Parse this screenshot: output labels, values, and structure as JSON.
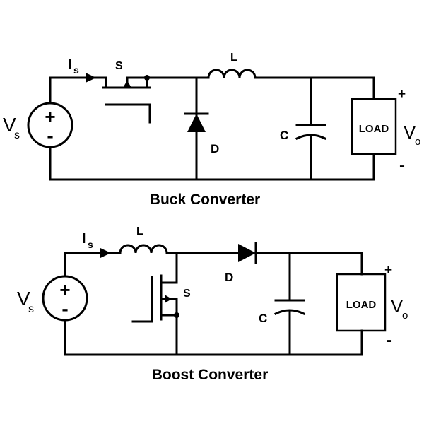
{
  "buck": {
    "title": "Buck Converter",
    "source_main": "V",
    "source_sub": "s",
    "source_plus": "+",
    "source_minus": "-",
    "current_main": "I",
    "current_sub": "s",
    "switch_label": "S",
    "inductor_label": "L",
    "diode_label": "D",
    "capacitor_label": "C",
    "load_label": "LOAD",
    "out_main": "V",
    "out_sub": "o",
    "out_plus": "+",
    "out_minus": "-"
  },
  "boost": {
    "title": "Boost Converter",
    "source_main": "V",
    "source_sub": "s",
    "source_plus": "+",
    "source_minus": "-",
    "current_main": "I",
    "current_sub": "s",
    "inductor_label": "L",
    "switch_label": "S",
    "diode_label": "D",
    "capacitor_label": "C",
    "load_label": "LOAD",
    "out_main": "V",
    "out_sub": "o",
    "out_plus": "+",
    "out_minus": "-"
  }
}
